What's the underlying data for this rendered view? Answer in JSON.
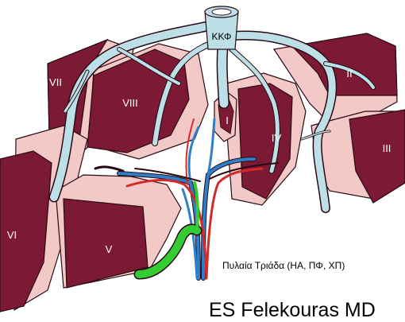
{
  "diagram": {
    "vessel_label": "ΚΚΦ",
    "segments": {
      "I": "I",
      "II": "II",
      "III": "III",
      "IV": "IV",
      "V": "V",
      "VI": "VI",
      "VII": "VII",
      "VIII": "VIII"
    },
    "caption": "Πυλαία Τριάδα (ΗΑ, ΠΦ, ΧΠ)",
    "credit": "ES Felekouras MD"
  },
  "colors": {
    "parenchyma": "#7c1935",
    "cut_surface": "#f2c9c7",
    "outline": "#2a0a12",
    "hepatic_veins": "#bcdfe8",
    "portal_vein": "#2f7fc8",
    "hepatic_artery": "#d42a2a",
    "bile_duct": "#33cc33",
    "background": "#ffffff"
  }
}
